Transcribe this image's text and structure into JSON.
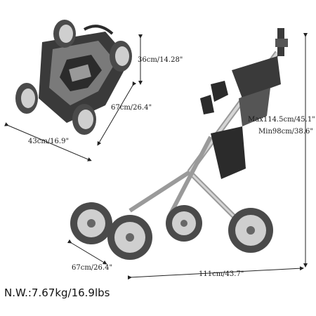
{
  "dimensions": {
    "folded_height": "36cm/14.28\"",
    "folded_depth": "67cm/26.4\"",
    "folded_width": "43cm/16.9\"",
    "max_height": "Max114.5cm/45.1\"",
    "min_height": "Min98cm/38.6\"",
    "open_width": "67cm/26.4\"",
    "open_length": "111cm/43.7\""
  },
  "net_weight": "N.W.:7.67kg/16.9lbs",
  "colors": {
    "frame": "#bdbdbd",
    "dark": "#2b2b2b",
    "tire": "#4a4a4a",
    "rim": "#cfcfcf",
    "line": "#222222"
  }
}
